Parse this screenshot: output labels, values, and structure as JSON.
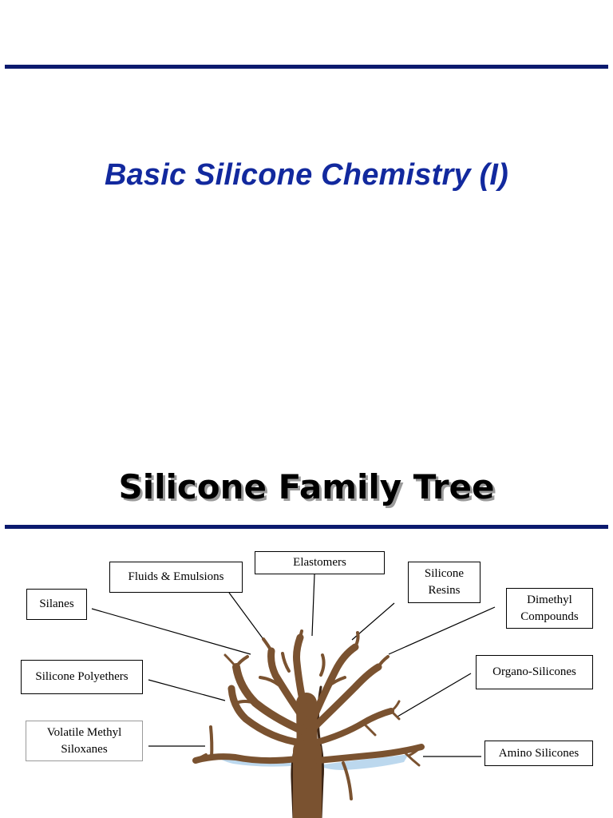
{
  "slide": {
    "title": "Basic Silicone Chemistry (I)"
  },
  "diagram": {
    "title": "Silicone Family Tree",
    "nodes": [
      {
        "id": "fluids-emulsions",
        "lines": [
          "Fluids & Emulsions"
        ]
      },
      {
        "id": "elastomers",
        "lines": [
          "Elastomers"
        ]
      },
      {
        "id": "silicone-resins",
        "lines": [
          "Silicone",
          "Resins"
        ]
      },
      {
        "id": "dimethyl-compounds",
        "lines": [
          "Dimethyl",
          "Compounds"
        ]
      },
      {
        "id": "silanes",
        "lines": [
          "Silanes"
        ]
      },
      {
        "id": "organo-silicones",
        "lines": [
          "Organo-Silicones"
        ]
      },
      {
        "id": "silicone-polyethers",
        "lines": [
          "Silicone Polyethers"
        ]
      },
      {
        "id": "volatile-methyl-siloxanes",
        "lines": [
          "Volatile Methyl",
          "Siloxanes"
        ]
      },
      {
        "id": "amino-silicones",
        "lines": [
          "Amino Silicones"
        ]
      }
    ],
    "colors": {
      "rule": "#0b1a6e",
      "title": "#12299e",
      "trunk": "#7a5230",
      "snow": "#bcd8ee"
    }
  }
}
